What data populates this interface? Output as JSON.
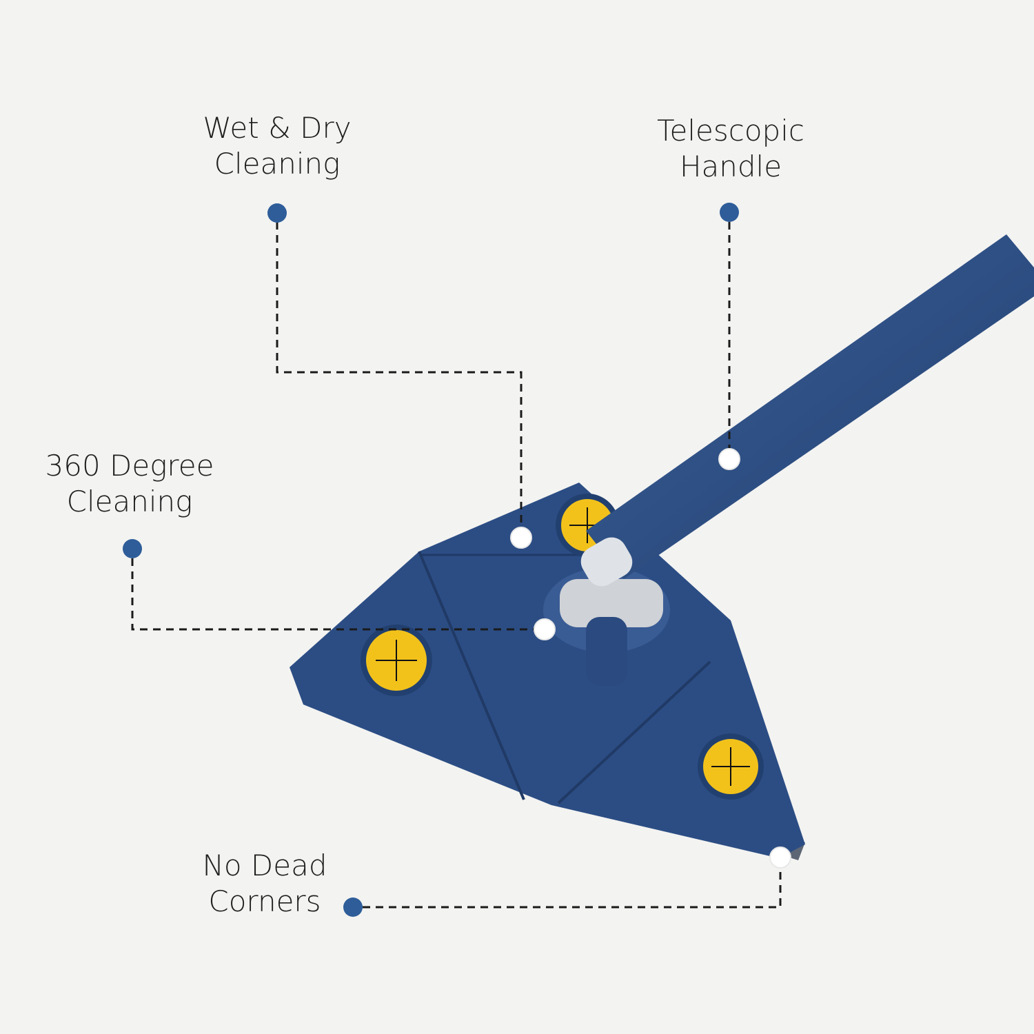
{
  "colors": {
    "background": "#f3f3f1",
    "product_blue": "#2f4f86",
    "dot_blue": "#2e5d99",
    "accent_yellow": "#f2c21b",
    "text": "#1f1f1f"
  },
  "callouts": [
    {
      "id": "wet-dry",
      "line1": "Wet & Dry",
      "line2": "Cleaning"
    },
    {
      "id": "telescopic",
      "line1": "Telescopic",
      "line2": "Handle"
    },
    {
      "id": "360",
      "line1": "360 Degree",
      "line2": "Cleaning"
    },
    {
      "id": "no-dead",
      "line1": "No Dead",
      "line2": "Corners"
    }
  ],
  "icons": {
    "product": "triangle-mop-image",
    "marker": "callout-dot-icon"
  }
}
